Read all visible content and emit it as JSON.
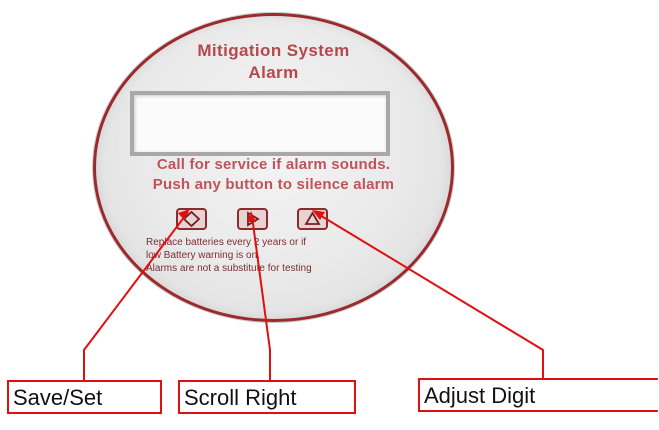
{
  "panel": {
    "title_line1": "Mitigation System",
    "title_line2": "Alarm",
    "instruction_line1": "Call for service if alarm sounds.",
    "instruction_line2": "Push any button to silence alarm",
    "notice_line1": "Replace batteries every 2 years or if",
    "notice_line2": "low Battery warning is on.",
    "notice_line3": "Alarms are not a substitute for testing",
    "buttons": [
      {
        "icon": "diamond-icon"
      },
      {
        "icon": "play-right-icon"
      },
      {
        "icon": "triangle-up-icon"
      }
    ]
  },
  "callouts": {
    "save_set": "Save/Set",
    "scroll_right": "Scroll Right",
    "adjust_digit": "Adjust Digit"
  },
  "colors": {
    "panel_red": "#b8474b",
    "callout_red": "#e01010"
  }
}
